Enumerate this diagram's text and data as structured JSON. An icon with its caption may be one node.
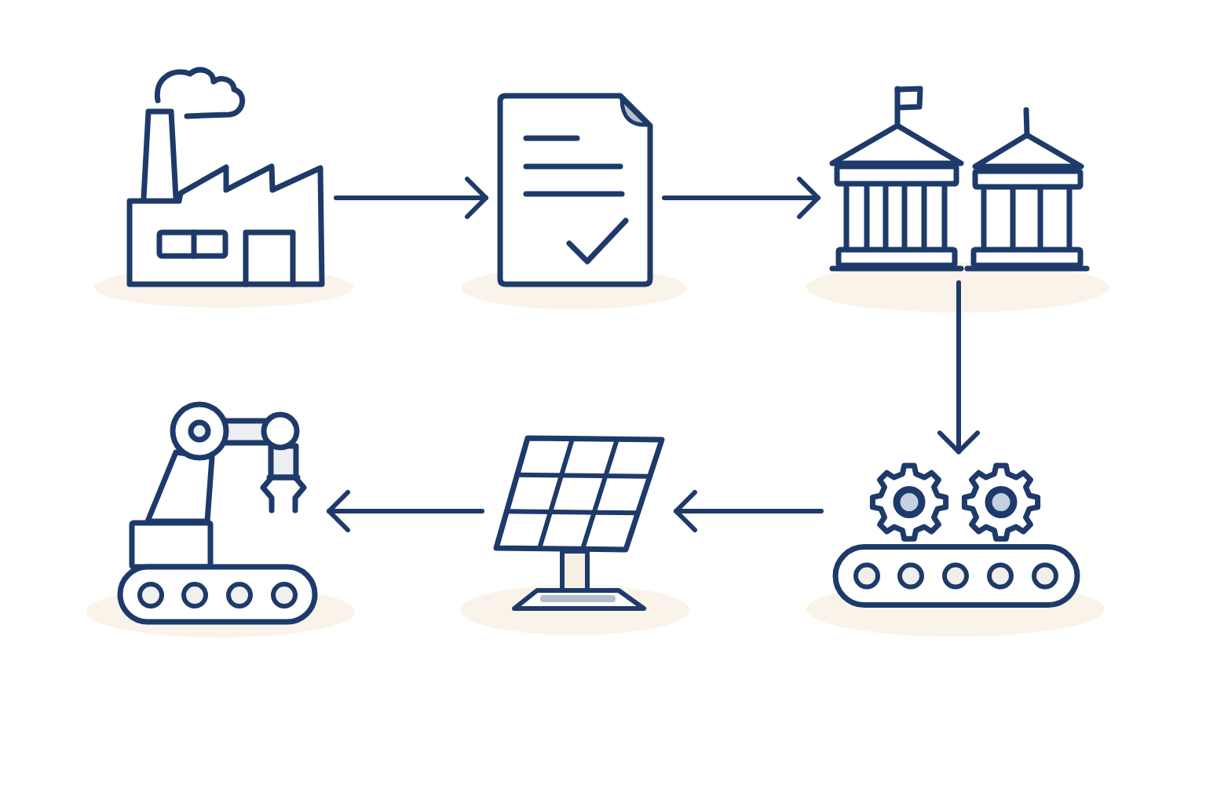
{
  "diagram": {
    "nodes": [
      {
        "text": [],
        "shape": "picture"
      },
      {
        "text": [],
        "shape": "picture"
      },
      {
        "text": [],
        "shape": "picture"
      },
      {
        "text": [],
        "shape": "picture"
      },
      {
        "text": [],
        "shape": "picture"
      },
      {
        "text": [],
        "shape": "picture"
      }
    ],
    "edges": [
      {
        "from": 0,
        "to": 1,
        "arrow": "to"
      },
      {
        "from": 1,
        "to": 2,
        "arrow": "to"
      },
      {
        "from": 2,
        "to": 3,
        "arrow": "to"
      },
      {
        "from": 3,
        "to": 4,
        "arrow": "to"
      },
      {
        "from": 4,
        "to": 5,
        "arrow": "to"
      }
    ]
  }
}
